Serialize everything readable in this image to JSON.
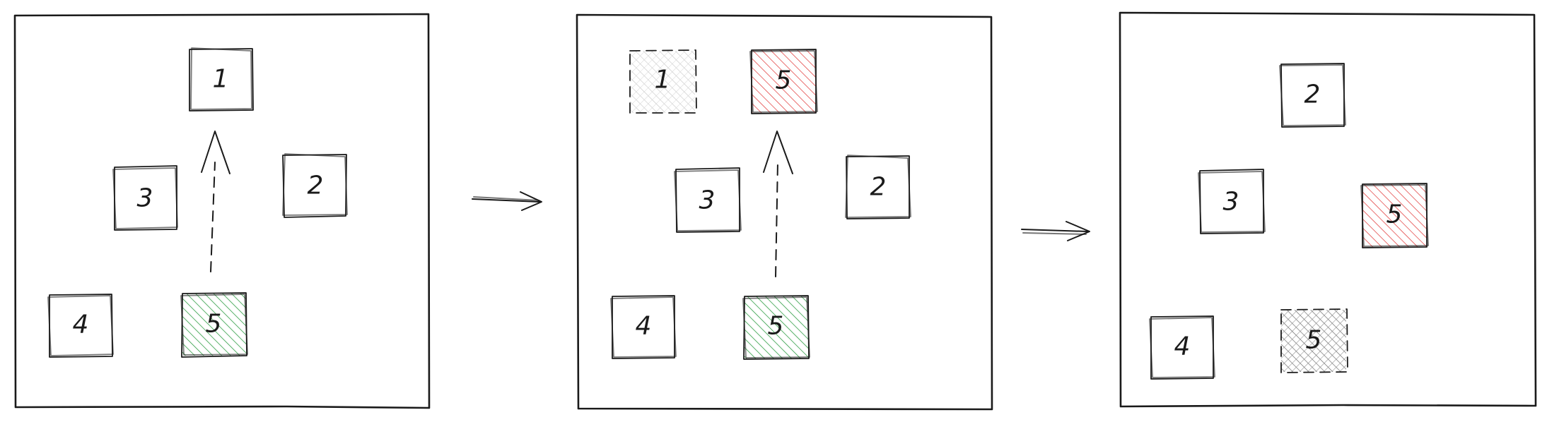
{
  "colors": {
    "ink": "#1a1a1a",
    "green": "#2f9e44",
    "red": "#e03131",
    "gray_light": "#bfbfbf",
    "gray_dark": "#555555"
  },
  "panels": [
    {
      "boxes": [
        {
          "label": "1",
          "style": "solid"
        },
        {
          "label": "3",
          "style": "solid"
        },
        {
          "label": "2",
          "style": "solid"
        },
        {
          "label": "4",
          "style": "solid"
        },
        {
          "label": "5",
          "style": "green"
        }
      ],
      "has_dashed_arrow": true
    },
    {
      "boxes": [
        {
          "label": "1",
          "style": "ghost"
        },
        {
          "label": "5",
          "style": "red"
        },
        {
          "label": "3",
          "style": "solid"
        },
        {
          "label": "2",
          "style": "solid"
        },
        {
          "label": "4",
          "style": "solid"
        },
        {
          "label": "5",
          "style": "green"
        }
      ],
      "has_dashed_arrow": true
    },
    {
      "boxes": [
        {
          "label": "2",
          "style": "solid"
        },
        {
          "label": "3",
          "style": "solid"
        },
        {
          "label": "5",
          "style": "red"
        },
        {
          "label": "4",
          "style": "solid"
        },
        {
          "label": "5",
          "style": "ghost-dark"
        }
      ],
      "has_dashed_arrow": false
    }
  ]
}
